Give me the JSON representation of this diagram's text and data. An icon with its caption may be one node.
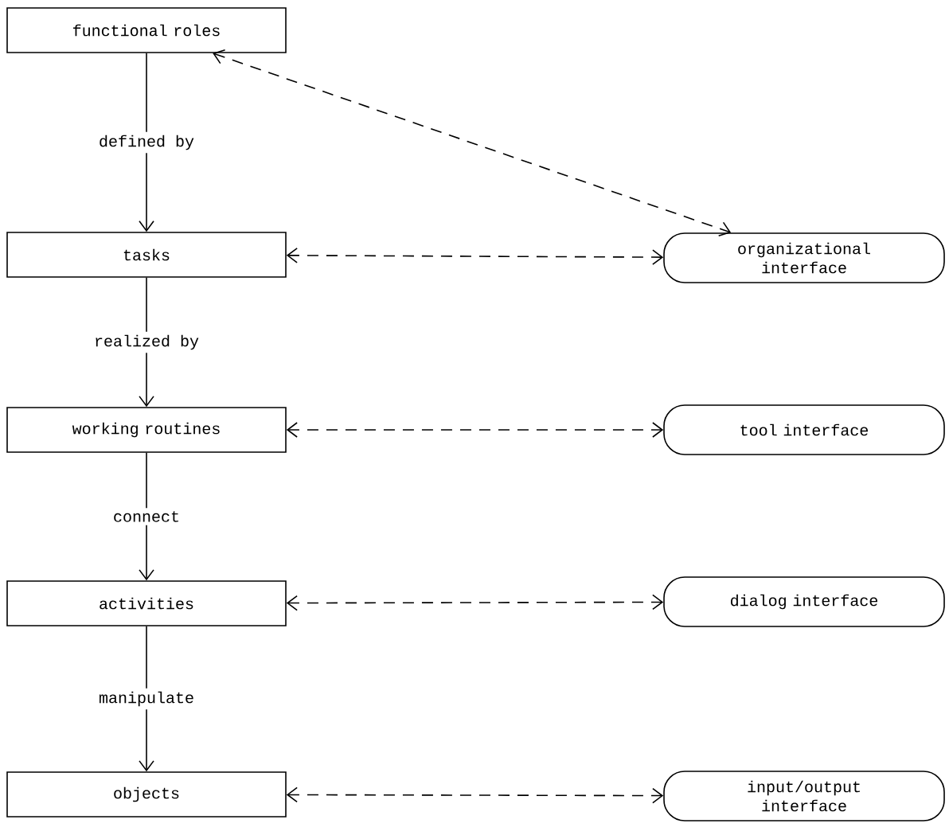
{
  "diagram": {
    "nodes": [
      {
        "text": [
          "functional roles"
        ]
      },
      {
        "text": [
          "tasks"
        ]
      },
      {
        "text": [
          "working routines"
        ]
      },
      {
        "text": [
          "activities"
        ]
      },
      {
        "text": [
          "objects"
        ]
      },
      {
        "text": [
          "organizational interface"
        ]
      },
      {
        "text": [
          "tool interface"
        ]
      },
      {
        "text": [
          "dialog interface"
        ]
      },
      {
        "text": [
          "input/output interface"
        ]
      }
    ],
    "edges": [
      {
        "from": 0,
        "to": 1,
        "arrow": "to",
        "label": "defined by"
      },
      {
        "from": 1,
        "to": 2,
        "arrow": "to",
        "label": "realized by"
      },
      {
        "from": 2,
        "to": 3,
        "arrow": "to",
        "label": "connect"
      },
      {
        "from": 3,
        "to": 4,
        "arrow": "to",
        "label": "manipulate"
      },
      {
        "from": 0,
        "to": 5,
        "arrow": "both",
        "style": "dashed"
      },
      {
        "from": 1,
        "to": 5,
        "arrow": "both",
        "style": "dashed"
      },
      {
        "from": 2,
        "to": 6,
        "arrow": "both",
        "style": "dashed"
      },
      {
        "from": 3,
        "to": 7,
        "arrow": "both",
        "style": "dashed"
      },
      {
        "from": 4,
        "to": 8,
        "arrow": "both",
        "style": "dashed"
      }
    ]
  }
}
